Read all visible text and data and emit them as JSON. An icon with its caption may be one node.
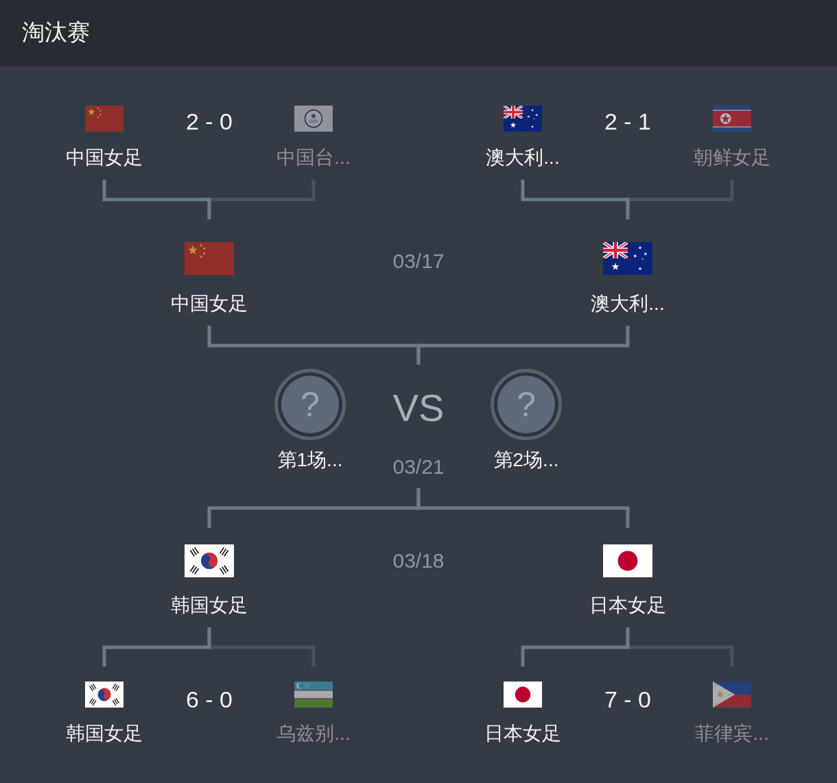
{
  "diagram": {
    "title": "淘汰赛",
    "nodes": [
      {
        "text": [
          "中国女足"
        ]
      },
      {
        "text": [
          "中国台..."
        ]
      },
      {
        "text": [
          "澳大利..."
        ]
      },
      {
        "text": [
          "朝鲜女足"
        ]
      },
      {
        "text": [
          "中国女足"
        ]
      },
      {
        "text": [
          "澳大利..."
        ]
      },
      {
        "text": [
          "?",
          "第1场..."
        ]
      },
      {
        "text": [
          "VS"
        ],
        "beside": [
          "03/21"
        ]
      },
      {
        "text": [
          "?",
          "第2场..."
        ]
      },
      {
        "text": [
          "韩国女足"
        ]
      },
      {
        "text": [
          "日本女足"
        ]
      },
      {
        "text": [
          "韩国女足"
        ]
      },
      {
        "text": [
          "乌兹别..."
        ]
      },
      {
        "text": [
          "日本女足"
        ]
      },
      {
        "text": [
          "菲律宾..."
        ]
      }
    ],
    "edges": [
      {
        "from": 0,
        "to": 4,
        "arrow": "none"
      },
      {
        "from": 1,
        "to": 4,
        "arrow": "none",
        "color": "#4b535e"
      },
      {
        "from": 2,
        "to": 5,
        "arrow": "none"
      },
      {
        "from": 3,
        "to": 5,
        "arrow": "none",
        "color": "#4b535e"
      },
      {
        "from": 4,
        "to": 7,
        "arrow": "none"
      },
      {
        "from": 5,
        "to": 7,
        "arrow": "none"
      },
      {
        "from": 7,
        "to": 9,
        "arrow": "none"
      },
      {
        "from": 7,
        "to": 10,
        "arrow": "none"
      },
      {
        "from": 9,
        "to": 11,
        "arrow": "none"
      },
      {
        "from": 9,
        "to": 12,
        "arrow": "none",
        "color": "#4b535e"
      },
      {
        "from": 10,
        "to": 13,
        "arrow": "none"
      },
      {
        "from": 10,
        "to": 14,
        "arrow": "none",
        "color": "#4b535e"
      }
    ],
    "labels": [
      "2 - 0",
      "2 - 1",
      "03/17",
      "03/18",
      "6 - 0",
      "7 - 0"
    ]
  }
}
